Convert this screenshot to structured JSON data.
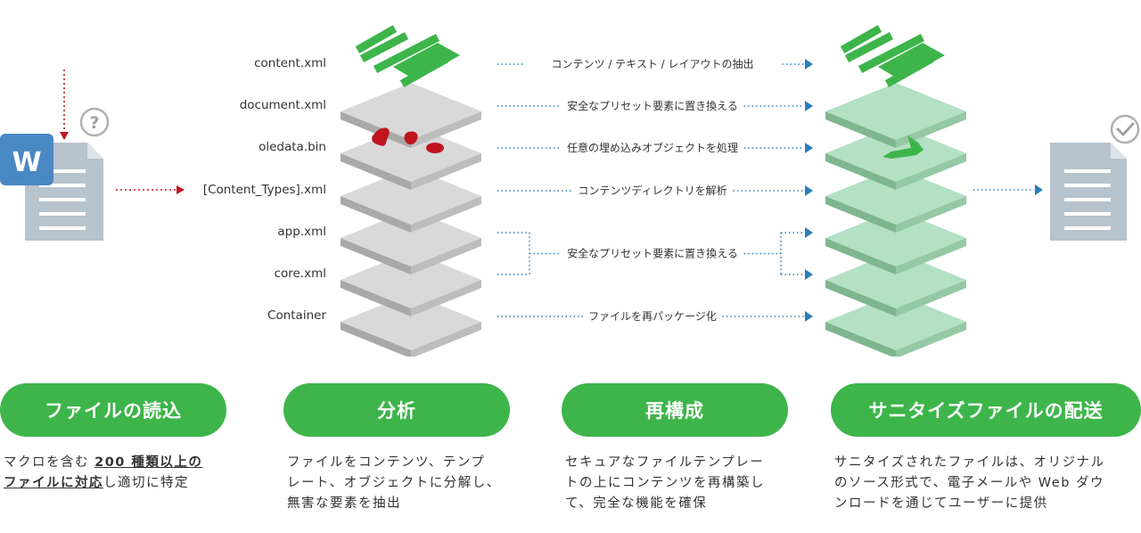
{
  "layers": [
    {
      "name": "content.xml",
      "action": "コンテンツ / テキスト / レイアウトの抽出"
    },
    {
      "name": "document.xml",
      "action": "安全なプリセット要素に置き換える"
    },
    {
      "name": "oledata.bin",
      "action": "任意の埋め込みオブジェクトを処理"
    },
    {
      "name": "[Content_Types].xml",
      "action": "コンテンツディレクトリを解析"
    },
    {
      "name": "app.xml",
      "action": "安全なプリセット要素に置き換える"
    },
    {
      "name": "core.xml",
      "action": ""
    },
    {
      "name": "Container",
      "action": "ファイルを再パッケージ化"
    }
  ],
  "icons": {
    "word_letter": "W",
    "question": "?",
    "check_icon": "check-icon"
  },
  "steps": [
    {
      "title": "ファイルの読込",
      "desc_lines": [
        [
          "マクロを含む ",
          {
            "b": "200 種類以上の"
          }
        ],
        [
          {
            "b": "ファイルに対応"
          },
          "し適切に特定"
        ]
      ]
    },
    {
      "title": "分析",
      "desc_lines": [
        [
          "ファイルをコンテンツ、テンプ"
        ],
        [
          "レート、オブジェクトに分解し、"
        ],
        [
          "無害な要素を抽出"
        ]
      ]
    },
    {
      "title": "再構成",
      "desc_lines": [
        [
          "セキュアなファイルテンプレー"
        ],
        [
          "トの上にコンテンツを再構築し"
        ],
        [
          "て、完全な機能を確保"
        ]
      ]
    },
    {
      "title": "サニタイズファイルの配送",
      "desc_lines": [
        [
          "サニタイズされたファイルは、オリジナル"
        ],
        [
          "のソース形式で、電子メールや Web ダウ"
        ],
        [
          "ンロードを通じてユーザーに提供"
        ]
      ]
    }
  ],
  "colors": {
    "green": "#3db54a",
    "red": "#c0141e",
    "grey_layer": "#d9d9d9",
    "green_layer": "#b4e0c4",
    "arrow_blue": "#2a7fb8"
  }
}
